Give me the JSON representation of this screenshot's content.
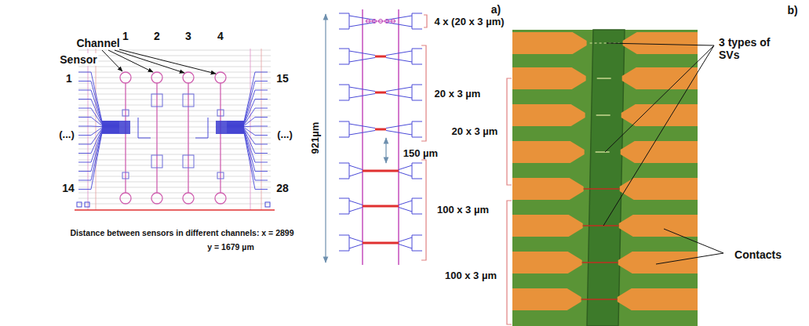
{
  "diagram": {
    "labels": [
      "Channel",
      "1",
      "2",
      "3",
      "4",
      "Sensor",
      "1",
      "(...)",
      "14",
      "15",
      "(...)",
      "28",
      "Distance between sensors in different channels: x = 2899",
      "y = 1679 µm",
      "a)",
      "921µm",
      "4 x (20 x 3 µm)",
      "20 x 3 µm",
      "150 µm",
      "100 x 3 µm",
      "b)",
      "3 types of SVs",
      "20 x 3 µm",
      "100 x 3 µm",
      "Contacts"
    ]
  }
}
